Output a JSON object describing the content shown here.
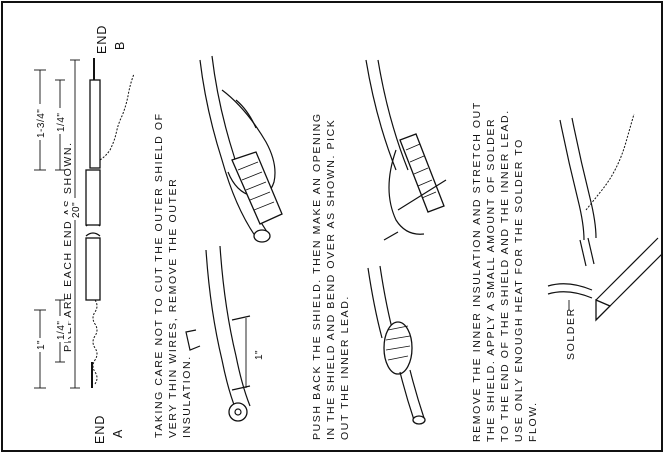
{
  "diagram": {
    "top_title": "PREPARE EACH END AS SHOWN.",
    "end_a": {
      "word": "END",
      "letter": "A"
    },
    "end_b": {
      "word": "END",
      "letter": "B"
    },
    "dimensions": {
      "total": "20\"",
      "a_outer": "1\"",
      "a_inner": "1/4\"",
      "b_outer": "1-3/4\"",
      "b_inner": "1/4\""
    },
    "step1": [
      "TAKING CARE NOT TO CUT THE OUTER SHIELD OF",
      "VERY THIN WIRES, REMOVE THE OUTER",
      "INSULATION."
    ],
    "step2": [
      "PUSH BACK THE SHIELD. THEN MAKE AN OPENING",
      "IN THE SHIELD AND BEND OVER AS SHOWN. PICK",
      "OUT THE INNER LEAD."
    ],
    "step3": [
      "REMOVE THE INNER INSULATION AND STRETCH OUT",
      "THE SHIELD. APPLY A SMALL AMOUNT OF SOLDER",
      "TO THE END OF THE SHIELD AND THE INNER LEAD.",
      "USE ONLY ENOUGH HEAT FOR THE SOLDER TO",
      "FLOW."
    ],
    "dim_step2": "1\"",
    "solder_label": "SOLDER"
  }
}
